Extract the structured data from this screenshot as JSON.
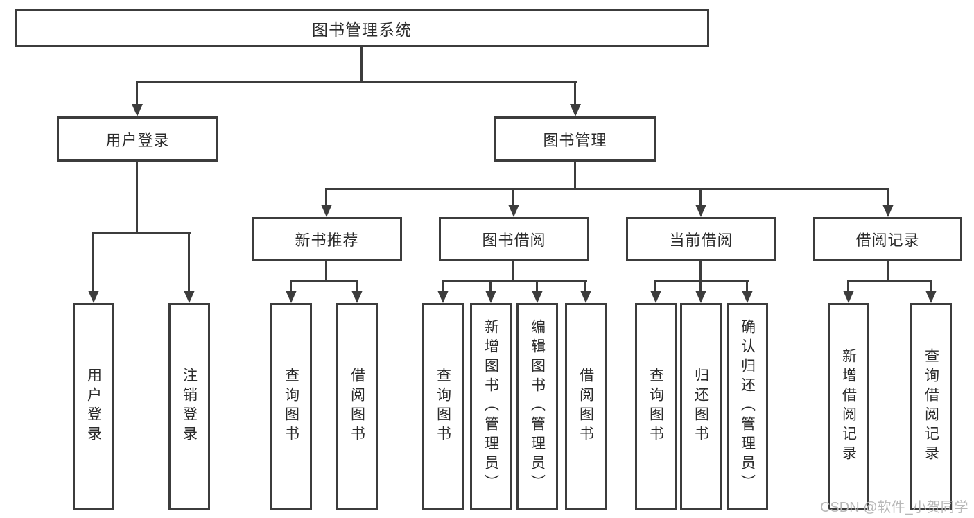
{
  "diagram": {
    "root": {
      "label": "图书管理系统"
    },
    "level2": [
      {
        "id": "user-login",
        "label": "用户登录"
      },
      {
        "id": "book-management",
        "label": "图书管理"
      }
    ],
    "level3": [
      {
        "id": "new-book-recommend",
        "label": "新书推荐",
        "parent": "图书管理"
      },
      {
        "id": "book-borrow",
        "label": "图书借阅",
        "parent": "图书管理"
      },
      {
        "id": "current-borrow",
        "label": "当前借阅",
        "parent": "图书管理"
      },
      {
        "id": "borrow-records",
        "label": "借阅记录",
        "parent": "图书管理"
      }
    ],
    "leaves": [
      {
        "label": "用户登录",
        "parent": "用户登录"
      },
      {
        "label": "注销登录",
        "parent": "用户登录"
      },
      {
        "label": "查询图书",
        "parent": "新书推荐"
      },
      {
        "label": "借阅图书",
        "parent": "新书推荐"
      },
      {
        "label": "查询图书",
        "parent": "图书借阅"
      },
      {
        "label": "新增图书（管理员）",
        "parent": "图书借阅"
      },
      {
        "label": "编辑图书（管理员）",
        "parent": "图书借阅"
      },
      {
        "label": "借阅图书",
        "parent": "图书借阅"
      },
      {
        "label": "查询图书",
        "parent": "当前借阅"
      },
      {
        "label": "归还图书",
        "parent": "当前借阅"
      },
      {
        "label": "确认归还（管理员）",
        "parent": "当前借阅"
      },
      {
        "label": "新增借阅记录",
        "parent": "借阅记录"
      },
      {
        "label": "查询借阅记录",
        "parent": "借阅记录"
      }
    ]
  },
  "watermark": {
    "text": "CSDN @软件_小贺同学",
    "color": "#b8b8b8"
  },
  "colors": {
    "line": "#3c3c3c",
    "text": "#2b2b2b",
    "background": "#ffffff"
  }
}
